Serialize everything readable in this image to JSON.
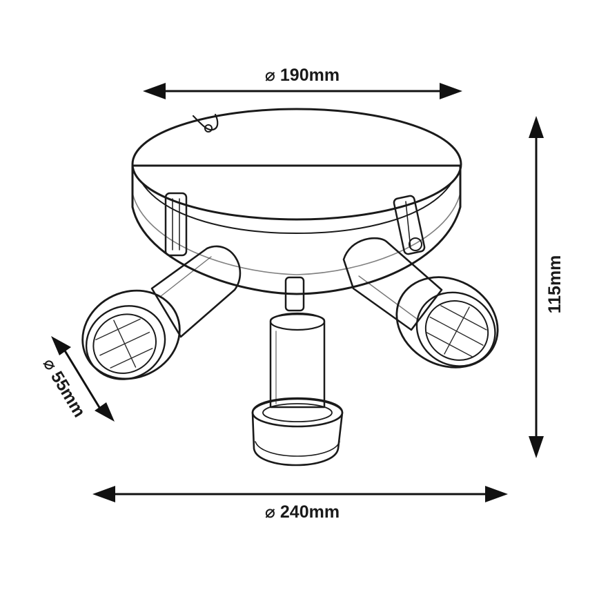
{
  "diagram": {
    "dimensions": {
      "top_diameter": "⌀ 190mm",
      "bottom_diameter": "⌀ 240mm",
      "height": "115mm",
      "spot_diameter": "⌀ 55mm"
    }
  }
}
